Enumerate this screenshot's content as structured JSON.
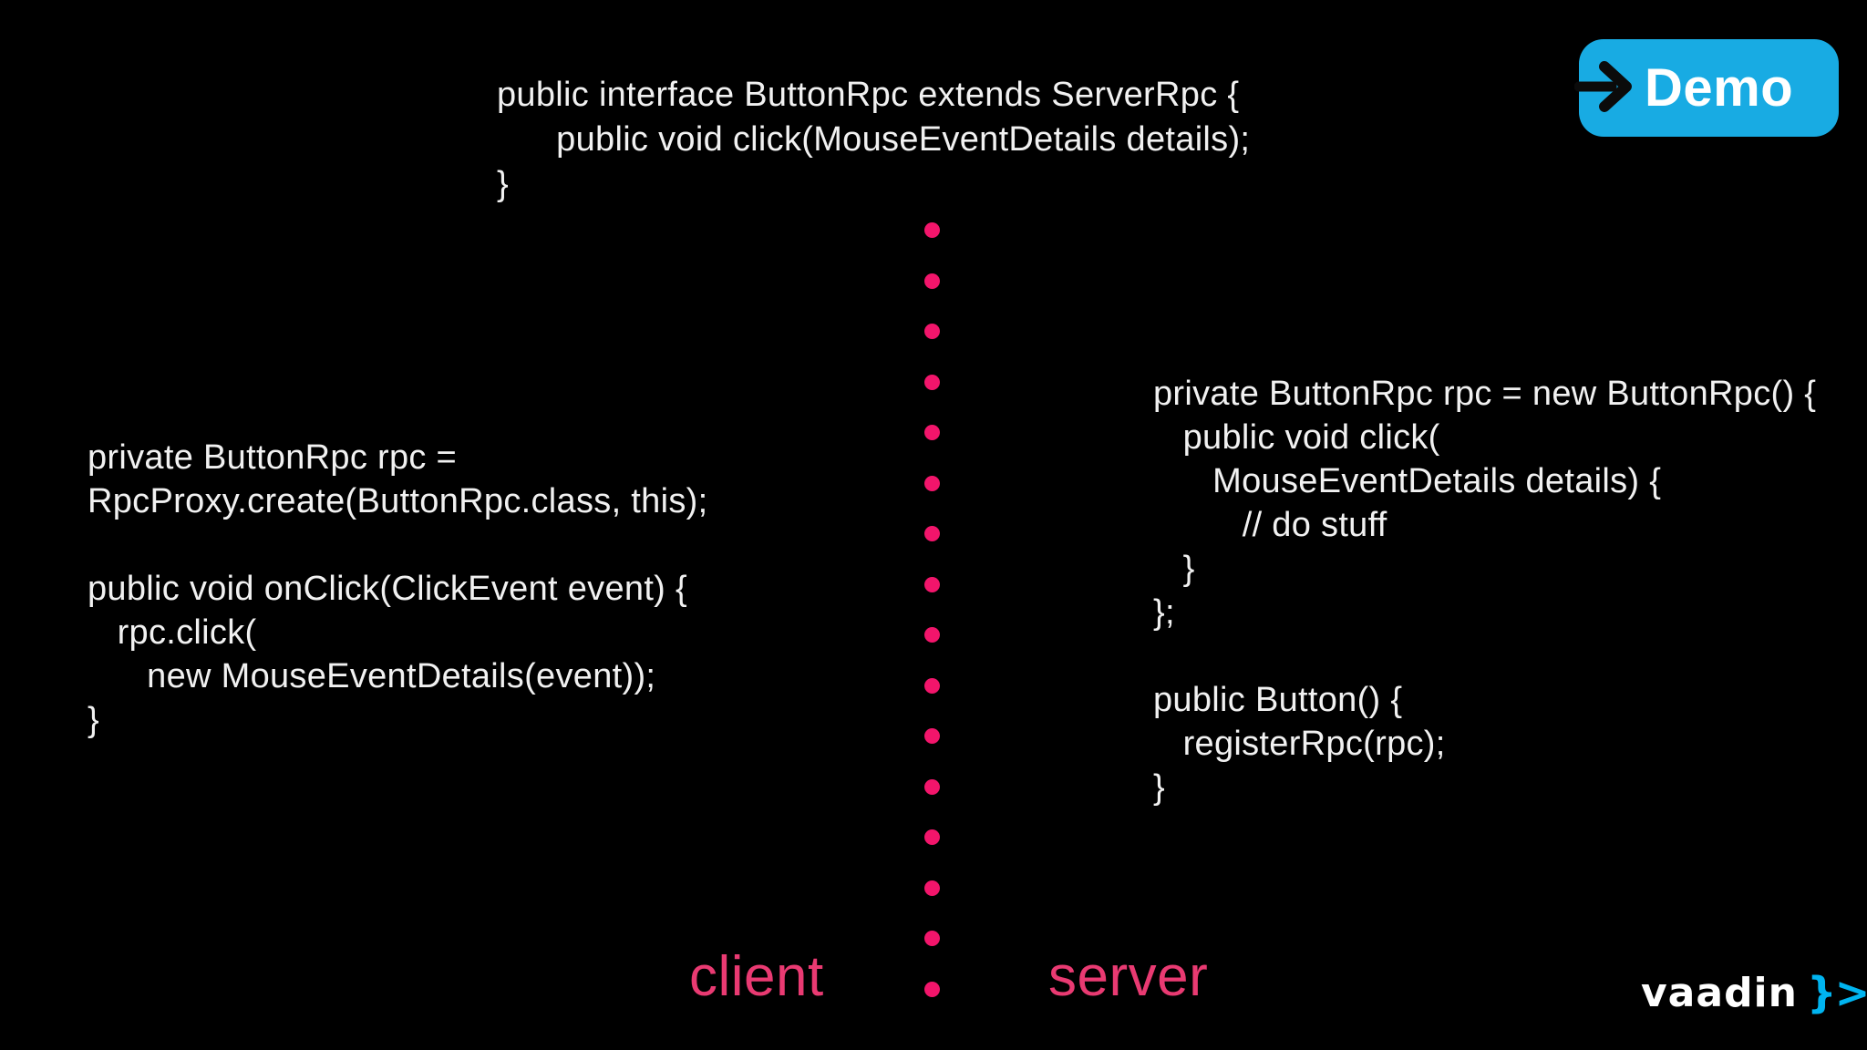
{
  "colors": {
    "background": "#000000",
    "code_text": "#f1f1f1",
    "dot_pink": "#f2156b",
    "label_pink": "#e93a72",
    "demo_blue": "#18abe3",
    "demo_text": "#ffffff",
    "arrow_black": "#0b0b0b",
    "vaadin_blue": "#00b4f0"
  },
  "top_code": {
    "lines": [
      "public interface ButtonRpc extends ServerRpc {",
      "      public void click(MouseEventDetails details);",
      "}"
    ]
  },
  "client_code": {
    "lines": [
      "private ButtonRpc rpc =",
      "RpcProxy.create(ButtonRpc.class, this);",
      "",
      "public void onClick(ClickEvent event) {",
      "   rpc.click(",
      "      new MouseEventDetails(event));",
      "}"
    ]
  },
  "server_code": {
    "lines": [
      "private ButtonRpc rpc = new ButtonRpc() {",
      "   public void click(",
      "      MouseEventDetails details) {",
      "         // do stuff",
      "   }",
      "};",
      "",
      "public Button() {",
      "   registerRpc(rpc);",
      "}"
    ]
  },
  "divider": {
    "dot_count": 16
  },
  "labels": {
    "client": "client",
    "server": "server"
  },
  "demo_button": {
    "label": "Demo"
  },
  "logo": {
    "wordmark": "vaadin",
    "symbol": "}>"
  }
}
